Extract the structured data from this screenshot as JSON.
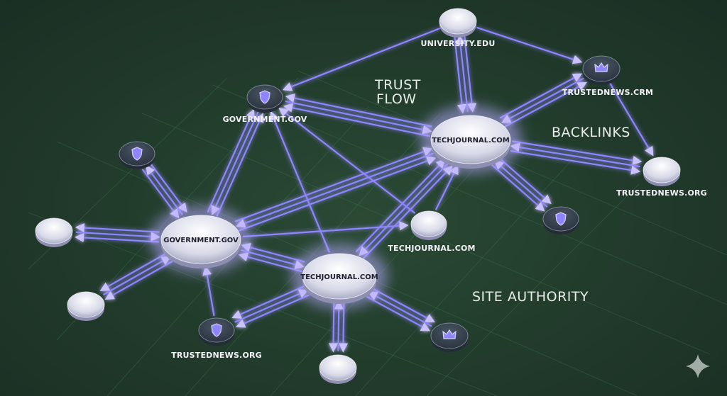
{
  "diagram": {
    "concepts": {
      "trust_flow_1": "TRUST",
      "trust_flow_2": "FLOW",
      "backlinks": "BACKLINKS",
      "site_authority": "SITE AUTHORITY"
    },
    "nodes": [
      {
        "id": "university",
        "label": "UNIVERSITY.EDU",
        "icon": "none"
      },
      {
        "id": "gov_top",
        "label": "GOVERNMENT.GOV",
        "icon": "shield-icon"
      },
      {
        "id": "tj_hub",
        "label": "TECHJOURNAL.COM",
        "icon": "none"
      },
      {
        "id": "crm",
        "label": "TRUSTEDNEWS.CRM",
        "icon": "crown-icon"
      },
      {
        "id": "tn_org_right",
        "label": "TRUSTEDNEWS.ORG",
        "icon": "none"
      },
      {
        "id": "gov_hub",
        "label": "GOVERNMENT.GOV",
        "icon": "none"
      },
      {
        "id": "tj_mid",
        "label": "TECHJOURNAL.COM",
        "icon": "none"
      },
      {
        "id": "tj_bottom",
        "label": "TECHJOURNAL.COM",
        "icon": "none"
      },
      {
        "id": "tn_org_left",
        "label": "TRUSTEDNEWS.ORG",
        "icon": "shield-icon"
      },
      {
        "id": "shield_left",
        "label": "",
        "icon": "shield-icon"
      },
      {
        "id": "shield_right",
        "label": "",
        "icon": "shield-icon"
      },
      {
        "id": "crown_bottom",
        "label": "",
        "icon": "crown-icon"
      },
      {
        "id": "blank_left",
        "label": "",
        "icon": "none"
      },
      {
        "id": "blank_lowleft",
        "label": "",
        "icon": "none"
      },
      {
        "id": "blank_bottom",
        "label": "",
        "icon": "none"
      }
    ],
    "colors": {
      "link": "#8f86ff",
      "glow": "#b6a7ff",
      "node": "#d9dbe8",
      "icon_node": "#3a4552"
    }
  }
}
